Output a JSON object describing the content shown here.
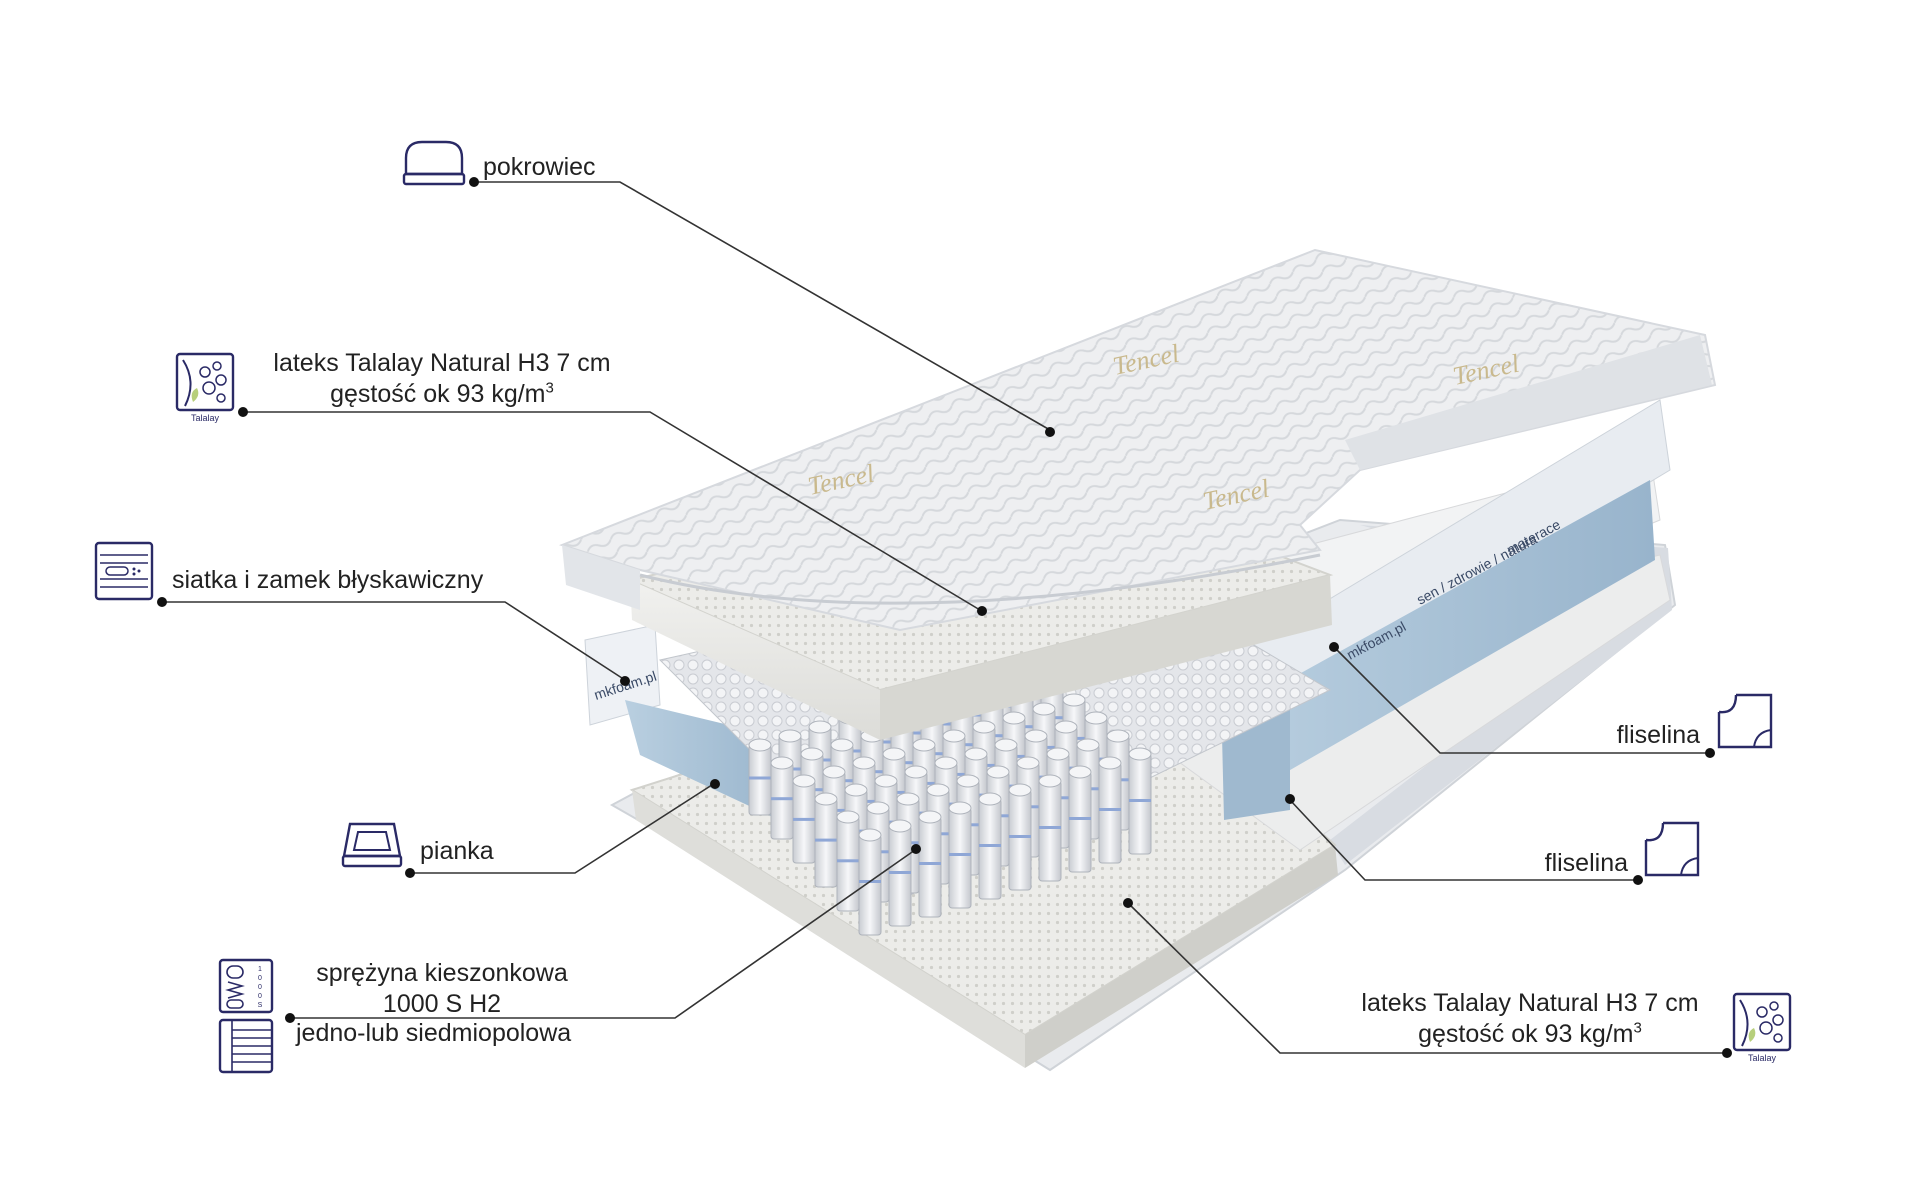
{
  "labels": {
    "cover": "pokrowiec",
    "latex_top_line1": "lateks Talalay Natural H3 7 cm",
    "latex_top_line2": "gęstość ok 93 kg/m",
    "latex_top_sup": "3",
    "mesh_zipper": "siatka i zamek błyskawiczny",
    "foam": "pianka",
    "spring_line1": "sprężyna kieszonkowa",
    "spring_line2": "1000 S H2",
    "spring_line3": "jedno-lub siedmiopolowa",
    "fleece_1": "fliselina",
    "fleece_2": "fliselina",
    "latex_bottom_line1": "lateks Talalay Natural H3 7 cm",
    "latex_bottom_line2": "gęstość ok 93 kg/m",
    "latex_bottom_sup": "3"
  },
  "icons": {
    "talalay_caption_top": "Talalay",
    "talalay_caption_bottom": "Talalay",
    "spring_icon_digits": [
      "1",
      "0",
      "0",
      "0",
      "S"
    ]
  },
  "mattress_print": {
    "brand_mark": "Tencel",
    "side_text_1": "mkfoam.pl",
    "side_text_2": "sen / zdrowie / natura",
    "side_text_3": "materace"
  },
  "colors": {
    "icon_stroke": "#2a2a66",
    "leader_line": "#333333",
    "foam_blue": "#a8c2d8",
    "cover_white": "#f4f5f6"
  }
}
